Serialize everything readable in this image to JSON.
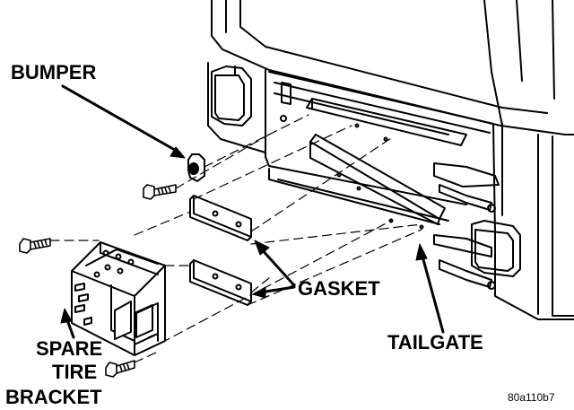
{
  "labels": {
    "bumper": "BUMPER",
    "gasket": "GASKET",
    "tailgate": "TAILGATE",
    "spare": "SPARE",
    "tire": "TIRE",
    "bracket": "BRACKET",
    "figure_code": "80a110b7"
  },
  "colors": {
    "line": "#000000",
    "background": "#ffffff"
  }
}
